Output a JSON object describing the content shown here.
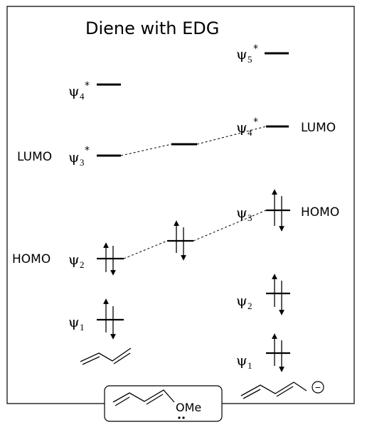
{
  "title": "Diene with EDG",
  "columns": {
    "left": {
      "orbitals": [
        {
          "symbol": "ψ",
          "index": "4",
          "star": "*",
          "electrons": 0
        },
        {
          "symbol": "ψ",
          "index": "3",
          "star": "*",
          "electrons": 0,
          "label": "LUMO"
        },
        {
          "symbol": "ψ",
          "index": "2",
          "star": "",
          "electrons": 2,
          "label": "HOMO"
        },
        {
          "symbol": "ψ",
          "index": "1",
          "star": "",
          "electrons": 2
        }
      ]
    },
    "middle": {
      "orbitals": [
        {
          "electrons": 0
        },
        {
          "electrons": 2
        }
      ]
    },
    "right": {
      "orbitals": [
        {
          "symbol": "ψ",
          "index": "5",
          "star": "*",
          "electrons": 0
        },
        {
          "symbol": "ψ",
          "index": "4",
          "star": "*",
          "electrons": 0,
          "label": "LUMO"
        },
        {
          "symbol": "ψ",
          "index": "3",
          "star": "",
          "electrons": 2,
          "label": "HOMO"
        },
        {
          "symbol": "ψ",
          "index": "2",
          "star": "",
          "electrons": 2
        },
        {
          "symbol": "ψ",
          "index": "1",
          "star": "",
          "electrons": 2
        }
      ]
    }
  },
  "substituent_label": "OMe",
  "charge_symbol": "−"
}
